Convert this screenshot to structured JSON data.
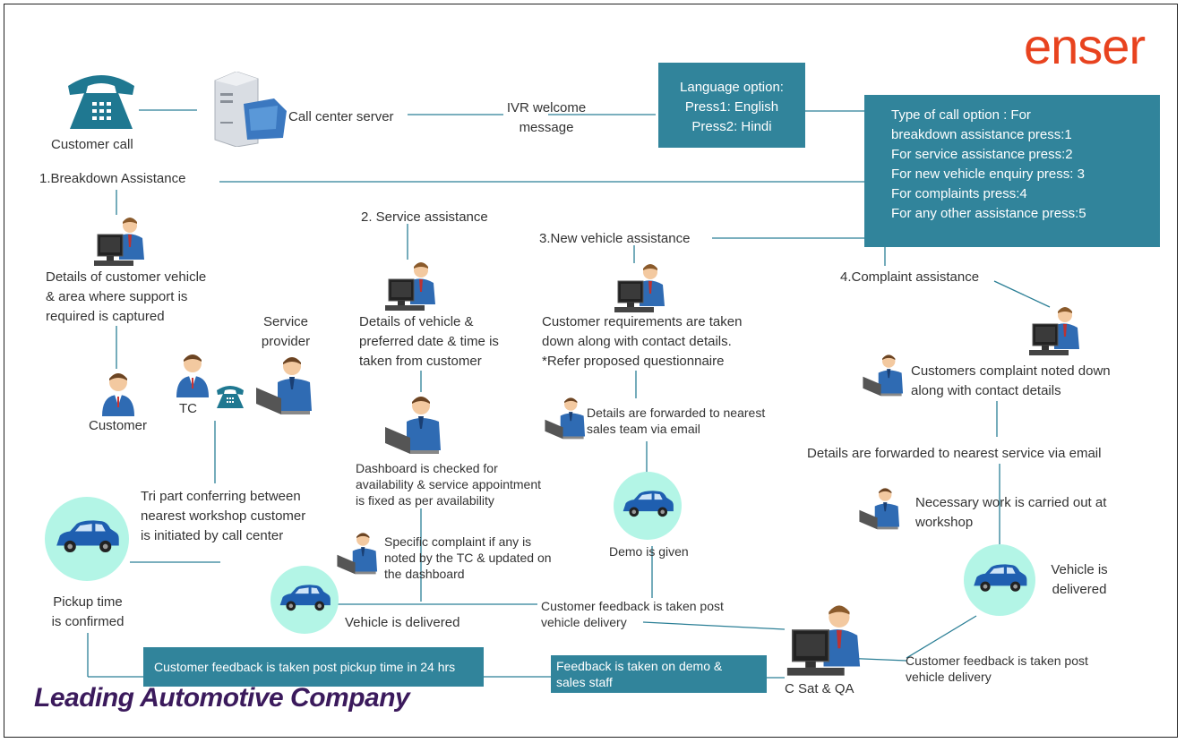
{
  "logo": {
    "first": "e",
    "rest": "nser"
  },
  "company": "Leading Automotive Company",
  "nodes": {
    "customer_call": "Customer call",
    "call_center_server": "Call center server",
    "ivr_1": "IVR welcome",
    "ivr_2": "message",
    "language_box": [
      "Language option:",
      "Press1: English",
      "Press2: Hindi"
    ],
    "type_box": [
      "Type of call option : For",
      "breakdown assistance press:1",
      "For service assistance press:2",
      "For new vehicle enquiry  press: 3",
      "For complaints press:4",
      "For any other assistance press:5"
    ]
  },
  "breakdown": {
    "title": "1.Breakdown Assistance",
    "details": [
      "Details of customer vehicle",
      "& area where support is",
      "required is captured"
    ],
    "customer": "Customer",
    "tc": "TC",
    "service_provider": [
      "Service",
      "provider"
    ],
    "tri_part": [
      "Tri part conferring between",
      "nearest workshop customer",
      "is initiated by call center"
    ],
    "pickup": [
      "Pickup time",
      "is confirmed"
    ]
  },
  "service": {
    "title": "2. Service assistance",
    "details": [
      "Details of vehicle &",
      "preferred date & time is",
      "taken from customer"
    ],
    "dashboard": [
      "Dashboard is checked for",
      "availability & service appointment",
      "is fixed as per availability"
    ],
    "complaint": [
      "Specific complaint if any is",
      "noted by the TC & updated on",
      "the dashboard"
    ],
    "delivered": "Vehicle is delivered"
  },
  "new_vehicle": {
    "title": "3.New vehicle assistance",
    "requirements": [
      "Customer requirements are taken",
      "down along with contact details.",
      "*Refer proposed questionnaire"
    ],
    "forwarded": [
      "Details are forwarded to nearest",
      "sales team via email"
    ],
    "demo": "Demo is given",
    "feedback": [
      "Customer feedback is taken post",
      "vehicle delivery"
    ]
  },
  "complaint": {
    "title": "4.Complaint assistance",
    "noted": [
      "Customers complaint noted down",
      "along with contact details"
    ],
    "forwarded": "Details are forwarded to nearest service via  email",
    "work": [
      "Necessary work is carried out at",
      "workshop"
    ],
    "delivered": [
      "Vehicle is",
      "delivered"
    ],
    "feedback": [
      "Customer feedback is taken post",
      "vehicle delivery"
    ]
  },
  "bottom": {
    "pickup_feedback": "Customer feedback is taken post  pickup time in 24 hrs",
    "demo_feedback": [
      "Feedback is taken on demo &",
      "sales staff"
    ],
    "csat": "C Sat & QA"
  },
  "colors": {
    "teal_box": "#31849b",
    "car_circle": "#b3f5e6",
    "car_body": "#1f5fb0",
    "phone": "#1f7891",
    "logo": "#e8431f",
    "company": "#3b1a5c"
  }
}
